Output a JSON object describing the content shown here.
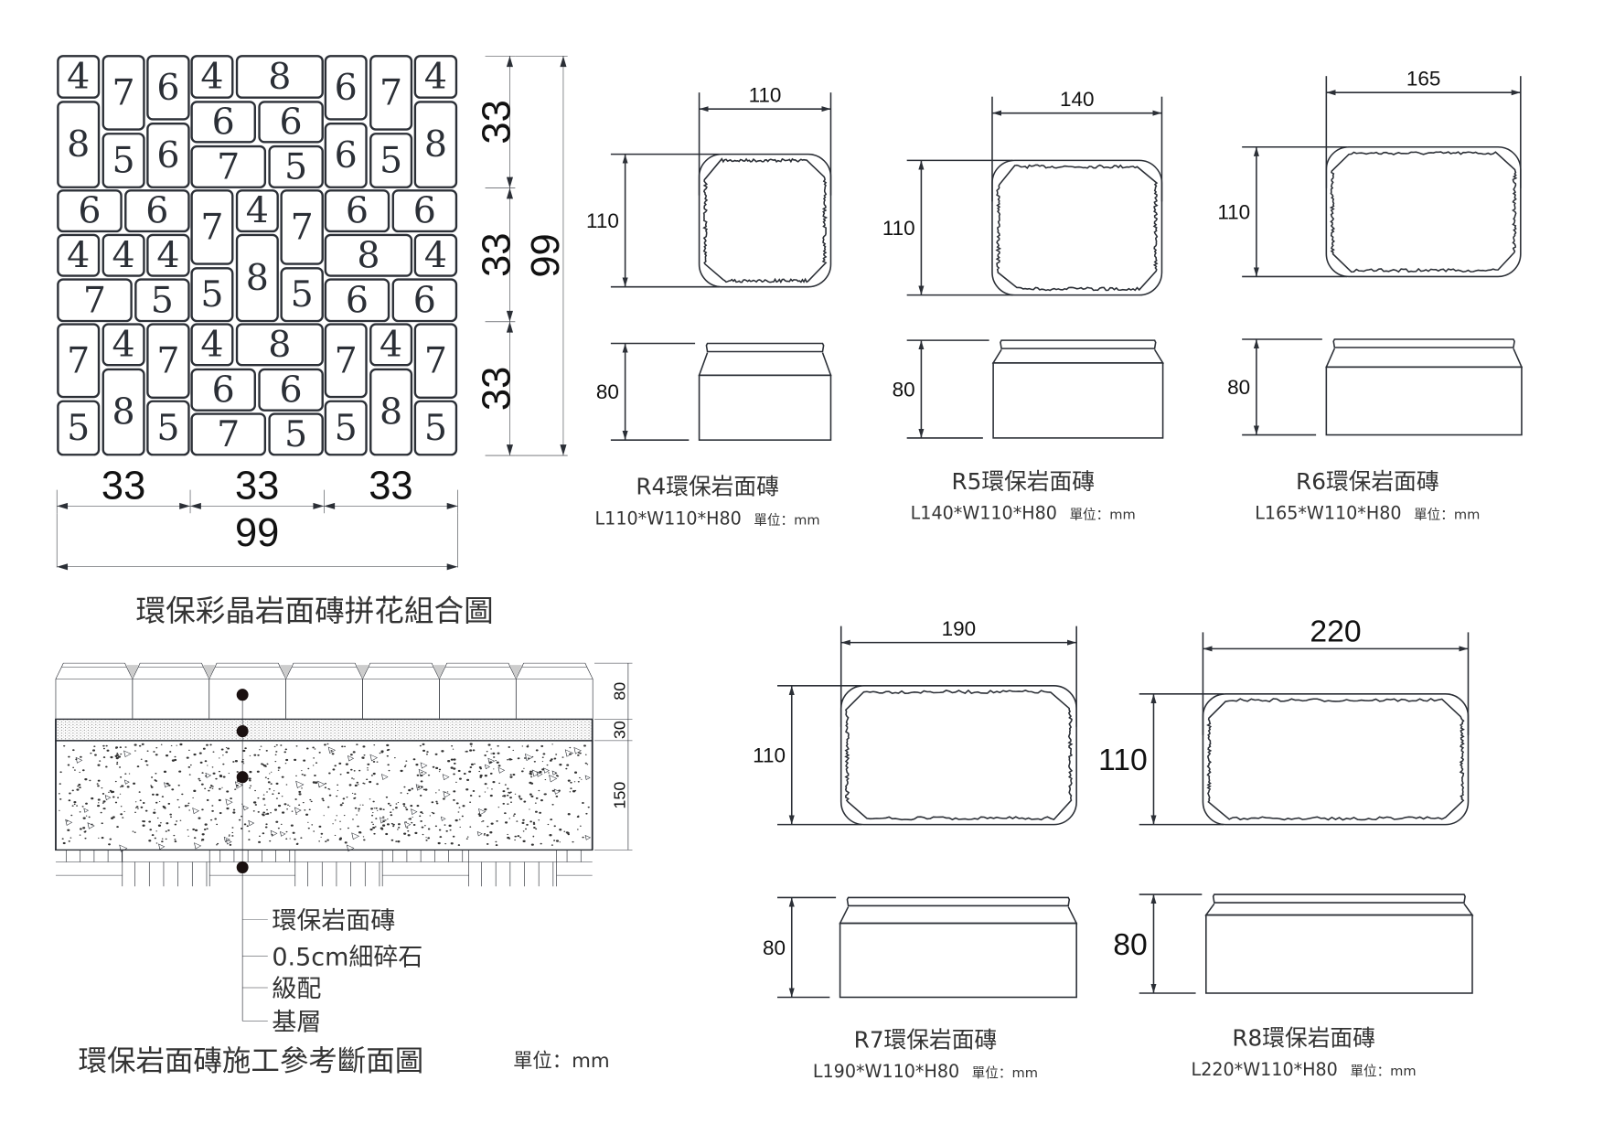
{
  "pattern": {
    "title": "環保彩晶岩面磚拼花組合圖",
    "tile_labels": [
      "4",
      "7",
      "6",
      "8",
      "5",
      "6",
      "4",
      "8",
      "6",
      "6",
      "7",
      "5",
      "6",
      "7",
      "4",
      "6",
      "5",
      "8",
      "6",
      "6",
      "4",
      "4",
      "4",
      "7",
      "5",
      "7",
      "4",
      "7",
      "5",
      "8",
      "5",
      "6",
      "6",
      "8",
      "4",
      "6",
      "6",
      "7",
      "4",
      "7",
      "5",
      "8",
      "5",
      "4",
      "8",
      "6",
      "6",
      "7",
      "5",
      "7",
      "4",
      "7",
      "5",
      "8",
      "5"
    ],
    "dim_segment": "33",
    "dim_total": "99"
  },
  "products": [
    {
      "name": "R4環保岩面磚",
      "spec": "L110*W110*H80",
      "unit": "單位：mm",
      "length": "110",
      "width": "110",
      "height": "80"
    },
    {
      "name": "R5環保岩面磚",
      "spec": "L140*W110*H80",
      "unit": "單位：mm",
      "length": "140",
      "width": "110",
      "height": "80"
    },
    {
      "name": "R6環保岩面磚",
      "spec": "L165*W110*H80",
      "unit": "單位：mm",
      "length": "165",
      "width": "110",
      "height": "80"
    },
    {
      "name": "R7環保岩面磚",
      "spec": "L190*W110*H80",
      "unit": "單位：mm",
      "length": "190",
      "width": "110",
      "height": "80"
    },
    {
      "name": "R8環保岩面磚",
      "spec": "L220*W110*H80",
      "unit": "單位：mm",
      "length": "220",
      "width": "110",
      "height": "80"
    }
  ],
  "section": {
    "title": "環保岩面磚施工參考斷面圖",
    "unit": "單位：mm",
    "layers": [
      "環保岩面磚",
      "0.5cm細碎石",
      "級配",
      "基層"
    ],
    "dims": [
      "80",
      "30",
      "150"
    ]
  }
}
